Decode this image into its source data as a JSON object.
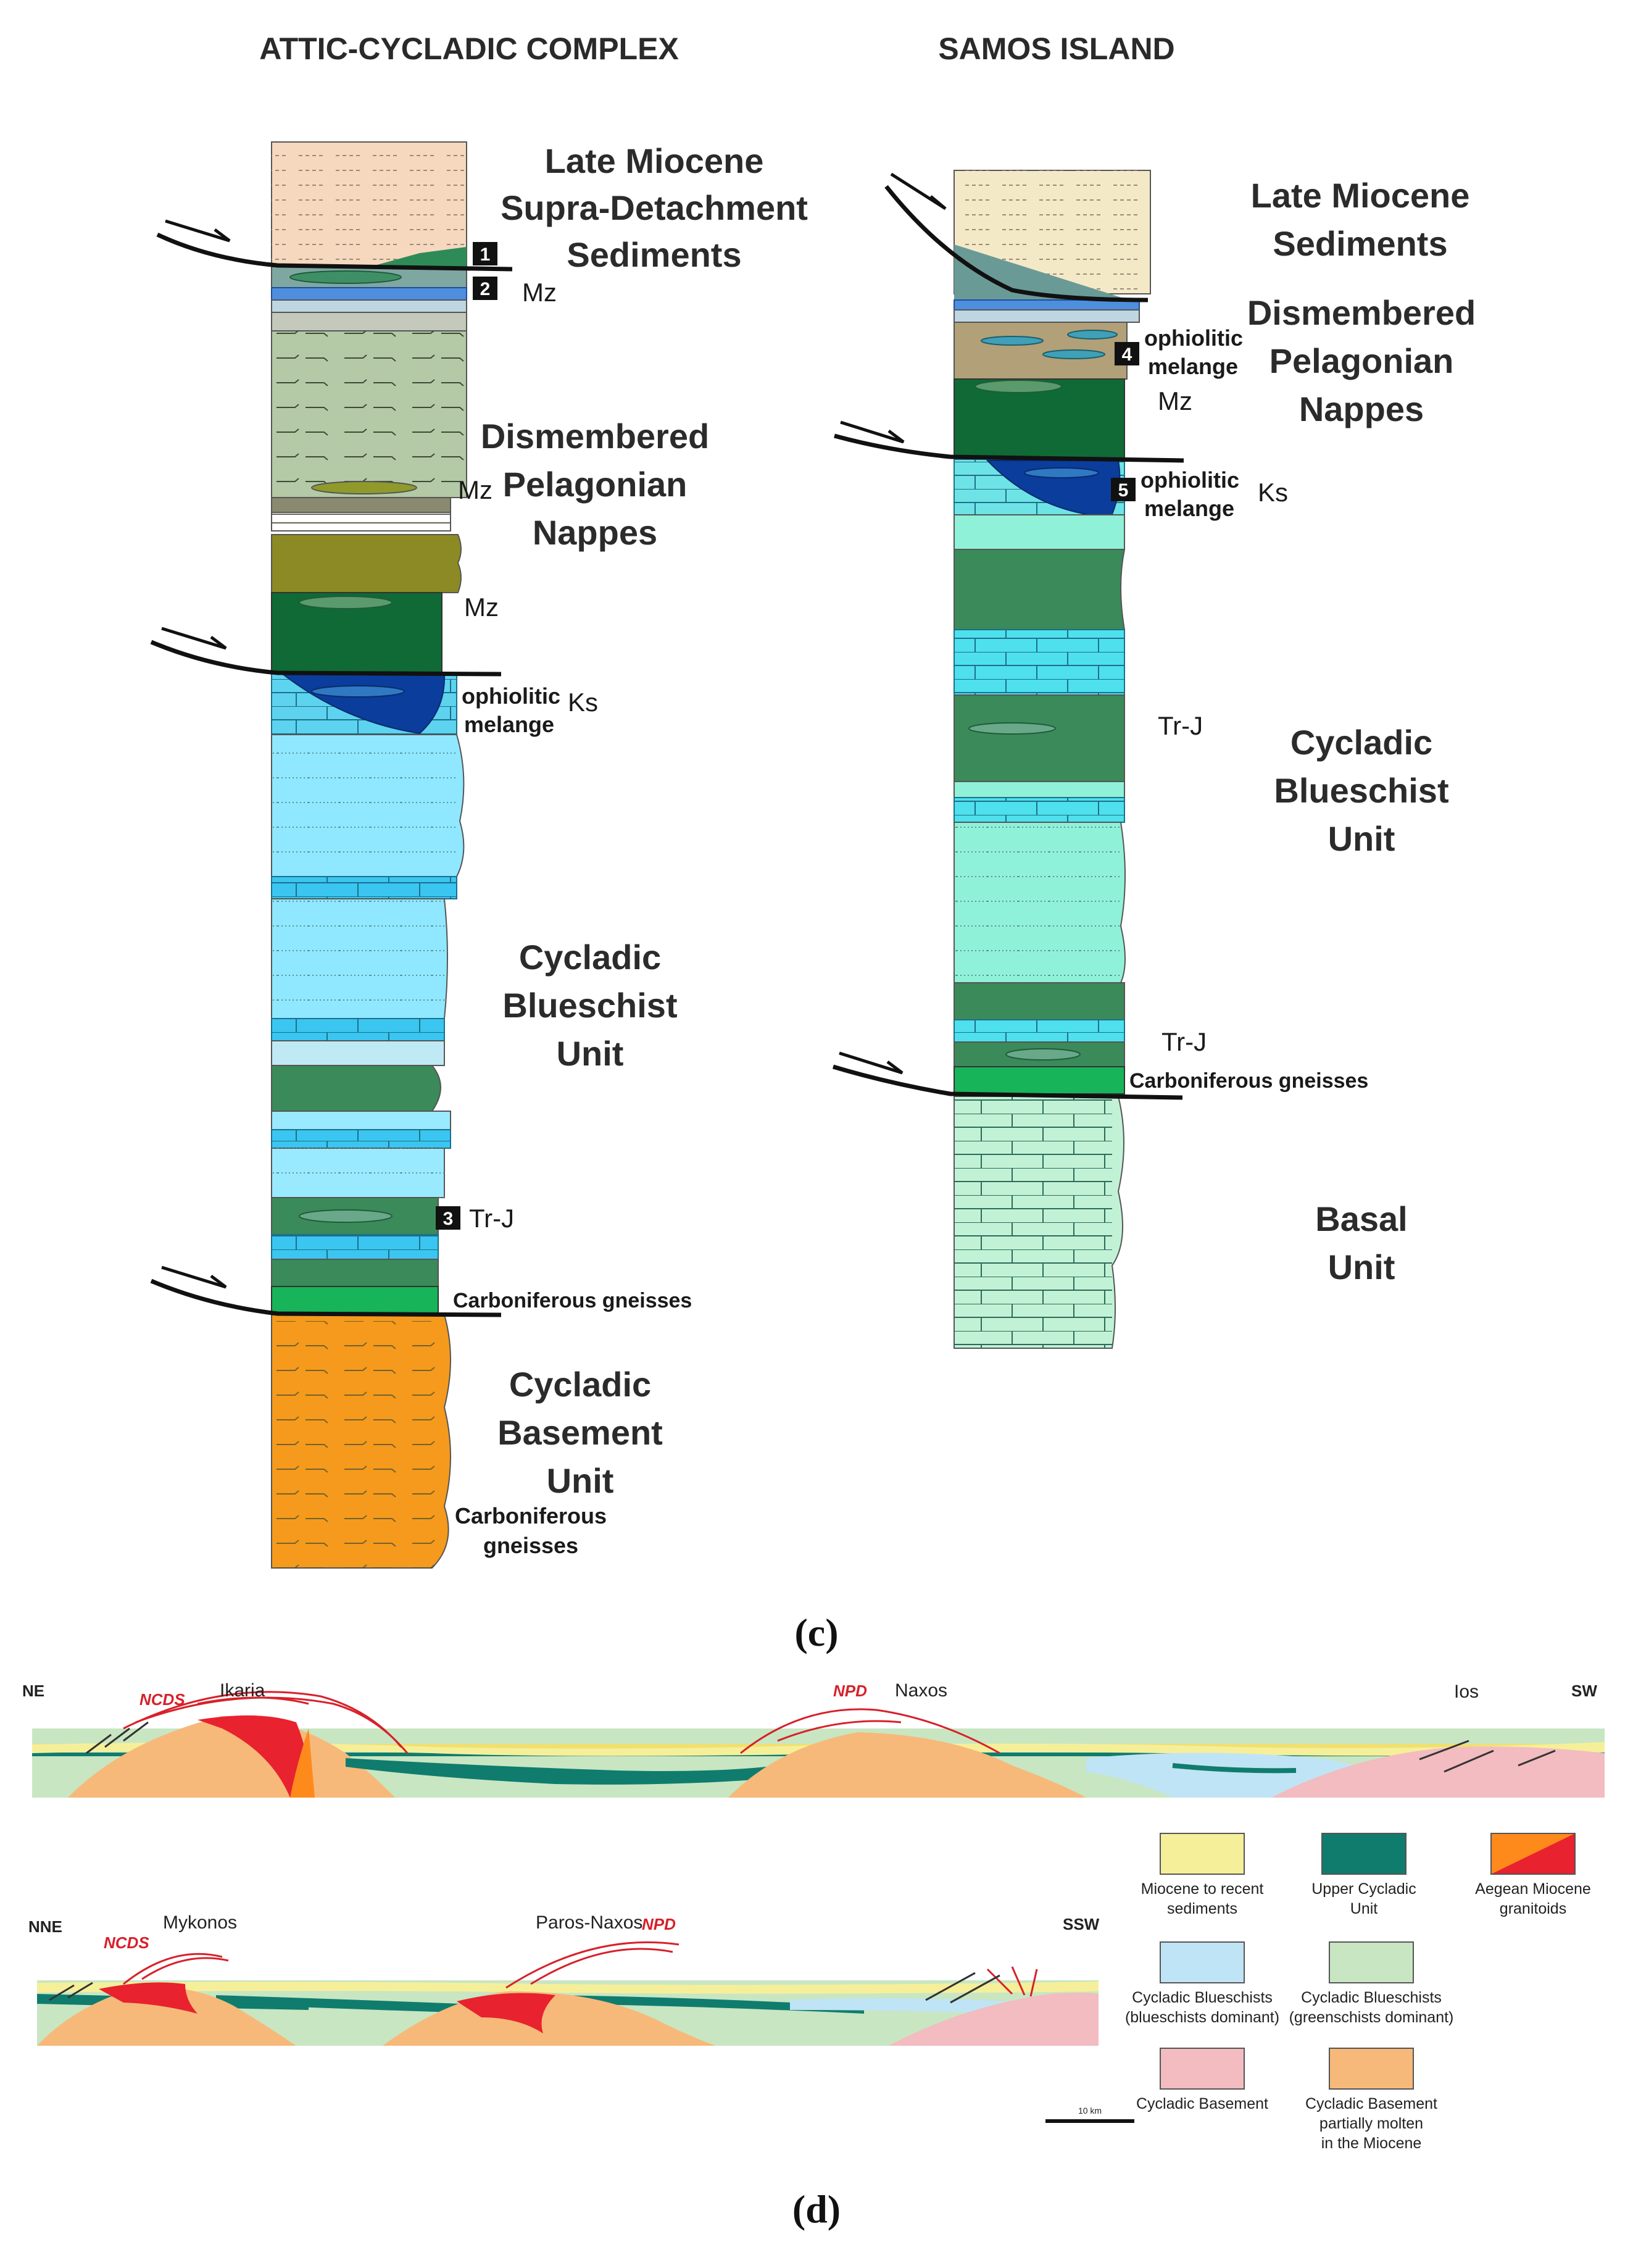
{
  "panel_c": {
    "label": "(c)",
    "left_column": {
      "title": "ATTIC-CYCLADIC COMPLEX",
      "units": [
        {
          "line1": "Late Miocene",
          "line2": "Supra-Detachment",
          "line3": "Sediments"
        },
        {
          "line1": "Dismembered",
          "line2": "Pelagonian",
          "line3": "Nappes"
        },
        {
          "line1": "Cycladic",
          "line2": "Blueschist",
          "line3": "Unit"
        },
        {
          "line1": "Cycladic",
          "line2": "Basement",
          "line3": "Unit"
        }
      ],
      "labels": {
        "mz_top": "Mz",
        "mz_mid": "Mz",
        "mz_low": "Mz",
        "ophiolitic": "ophiolitic",
        "melange": "melange",
        "ks": "Ks",
        "trj": "Tr-J",
        "carb_gneisses": "Carboniferous  gneisses",
        "carb_line1": "Carboniferous",
        "carb_line2": "gneisses"
      },
      "badges": [
        "1",
        "2",
        "3"
      ]
    },
    "right_column": {
      "title": "SAMOS ISLAND",
      "units": [
        {
          "line1": "Late Miocene",
          "line2": "Sediments"
        },
        {
          "line1": "Dismembered",
          "line2": "Pelagonian",
          "line3": "Nappes"
        },
        {
          "line1": "Cycladic",
          "line2": "Blueschist",
          "line3": "Unit"
        },
        {
          "line1": "Basal",
          "line2": "Unit"
        }
      ],
      "labels": {
        "ophiolitic_a": "ophiolitic",
        "melange_a": "melange",
        "mz": "Mz",
        "ophiolitic_b": "ophiolitic",
        "melange_b": "melange",
        "ks": "Ks",
        "trj_a": "Tr-J",
        "trj_b": "Tr-J",
        "carb_gneisses": "Carboniferous  gneisses"
      },
      "badges": [
        "4",
        "5"
      ]
    }
  },
  "panel_d": {
    "label": "(d)",
    "section1": {
      "left": "NE",
      "right": "SW",
      "places": [
        "Ikaria",
        "Naxos",
        "Ios"
      ],
      "faults": [
        "NCDS",
        "NPD"
      ]
    },
    "section2": {
      "left": "NNE",
      "right": "SSW",
      "places": [
        "Mykonos",
        "Paros-Naxos"
      ],
      "faults": [
        "NCDS",
        "NPD"
      ]
    },
    "scale": "10 km",
    "legend": [
      {
        "label1": "Miocene to recent",
        "label2": "sediments",
        "label3": "",
        "color": "#f6ef9a"
      },
      {
        "label1": "Upper Cycladic",
        "label2": "Unit",
        "label3": "",
        "color": "#0f7c6e"
      },
      {
        "label1": "Aegean Miocene",
        "label2": "granitoids",
        "label3": "",
        "color": "#ff8a1c",
        "color2": "#e8222e"
      },
      {
        "label1": "Cycladic Blueschists",
        "label2": "(blueschists dominant)",
        "label3": "",
        "color": "#bfe4f5"
      },
      {
        "label1": "Cycladic Blueschists",
        "label2": "(greenschists dominant)",
        "label3": "",
        "color": "#c8e6c2"
      },
      {
        "label1": "Cycladic Basement",
        "label2": "",
        "label3": "",
        "color": "#f2bcc0"
      },
      {
        "label1": "Cycladic Basement",
        "label2": "partially molten",
        "label3": "in the Miocene",
        "color": "#f6b97a"
      }
    ]
  }
}
